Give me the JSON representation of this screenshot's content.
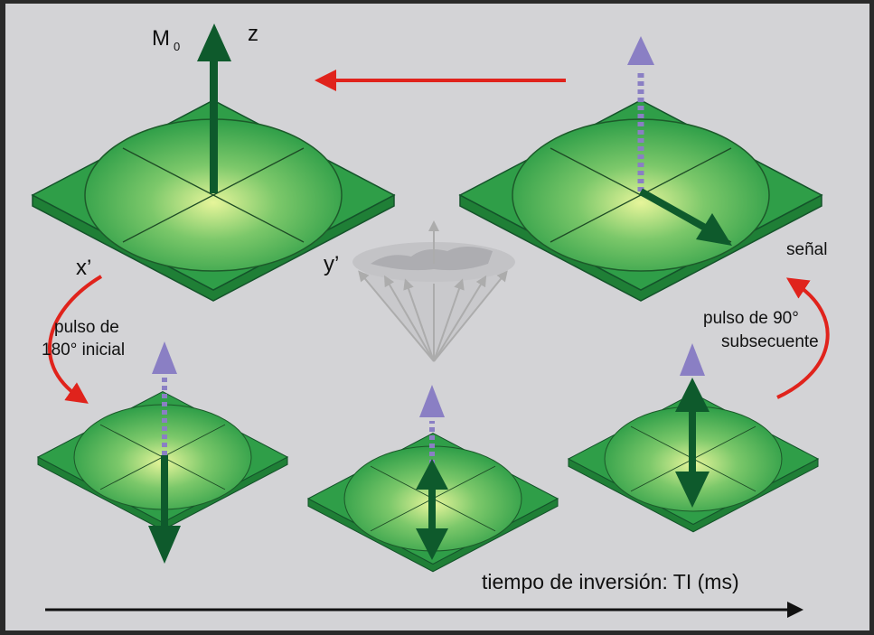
{
  "labels": {
    "m0": "M",
    "m0_sub": "0",
    "z": "z",
    "x_prime": "x’",
    "y_prime": "y’",
    "signal": "señal",
    "pulse180_line1": "pulso de",
    "pulse180_line2": "180° inicial",
    "pulse90_line1": "pulso de 90°",
    "pulse90_line2": "subsecuente",
    "time_axis": "tiempo de inversión: TI (ms)"
  },
  "colors": {
    "background": "#d3d3d6",
    "plate": "#2e9e45",
    "vector": "#0e5a2c",
    "longitudinal_dotted": "#8a7fc4",
    "pulse_arrow": "#e0231c"
  }
}
